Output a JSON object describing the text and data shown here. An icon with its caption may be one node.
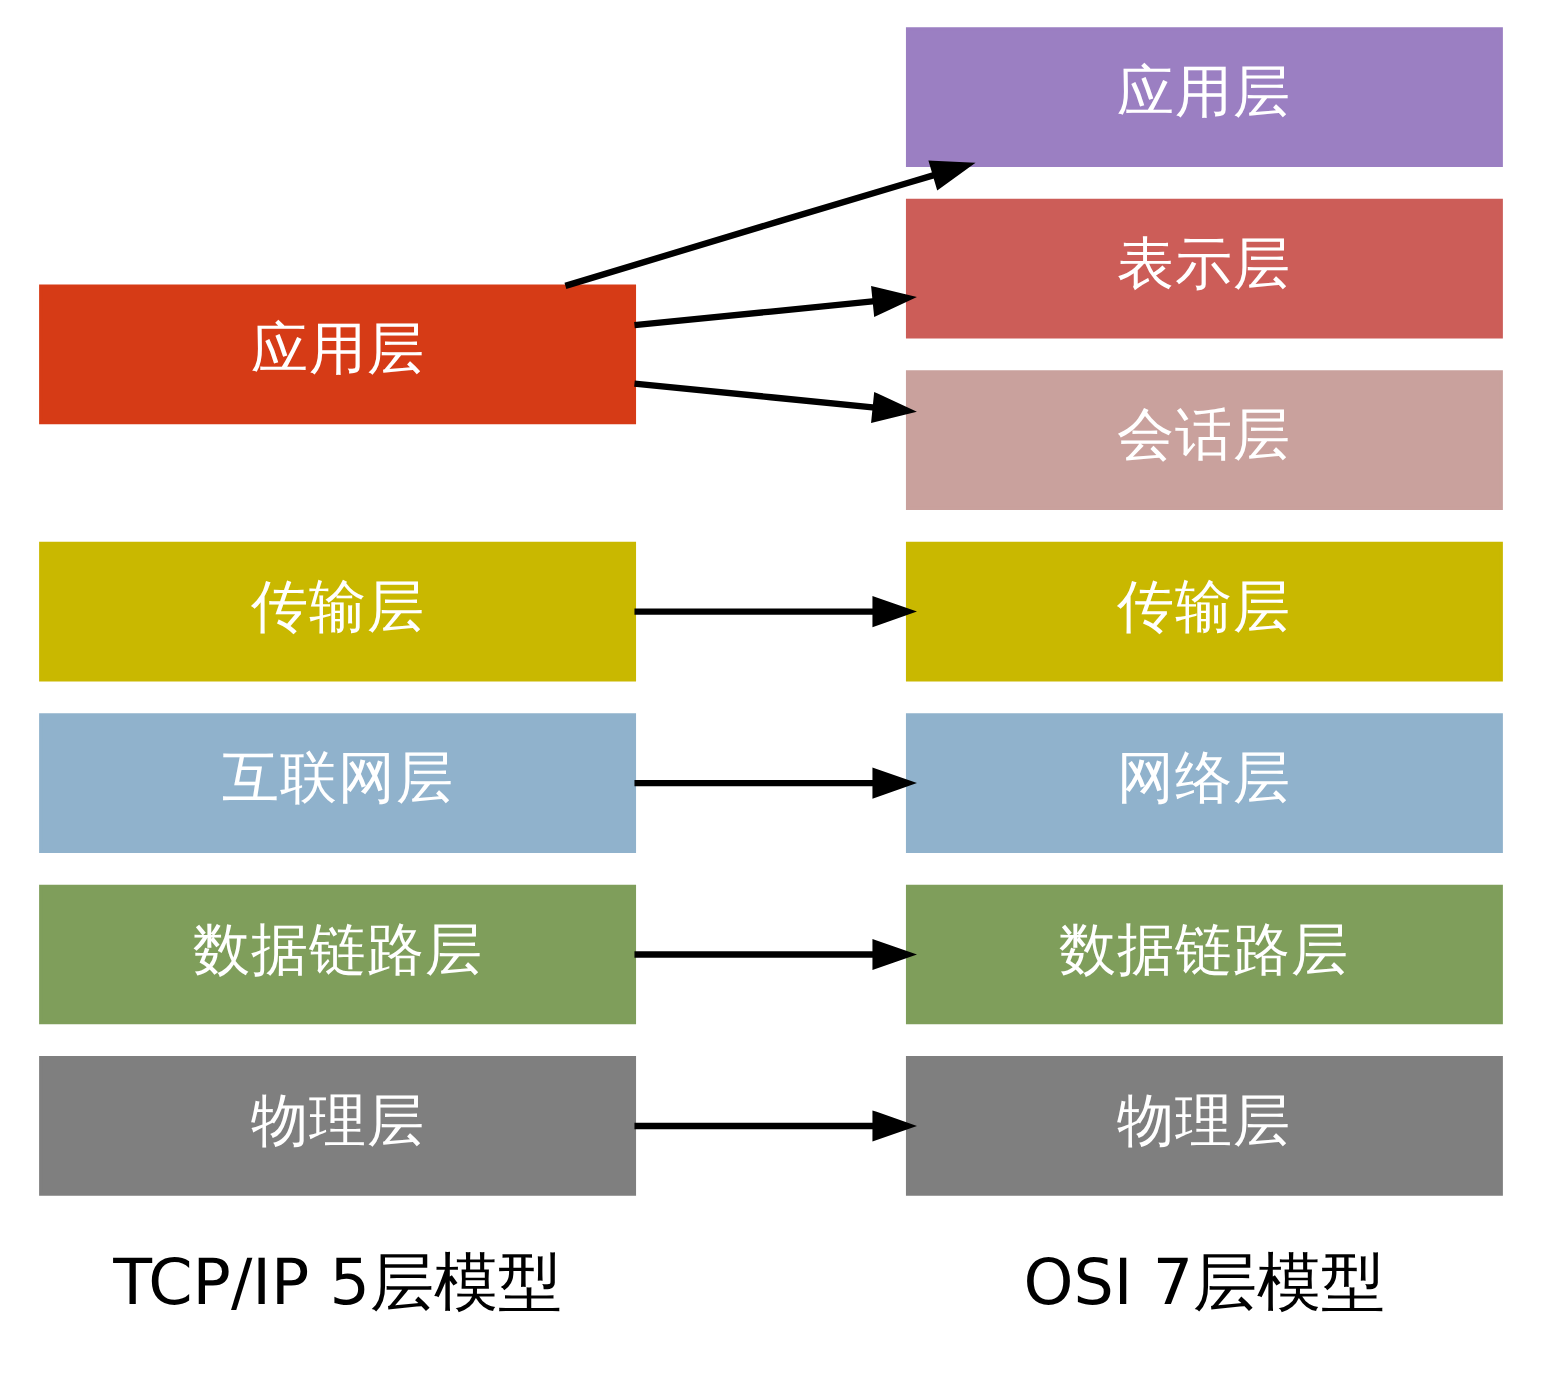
{
  "diagram": {
    "nodes": [
      {
        "text": [
          "应用层"
        ]
      },
      {
        "text": [
          "传输层"
        ]
      },
      {
        "text": [
          "互联网层"
        ]
      },
      {
        "text": [
          "数据链路层"
        ]
      },
      {
        "text": [
          "物理层"
        ]
      },
      {
        "text": [
          "应用层"
        ]
      },
      {
        "text": [
          "表示层"
        ]
      },
      {
        "text": [
          "会话层"
        ]
      },
      {
        "text": [
          "传输层"
        ]
      },
      {
        "text": [
          "网络层"
        ]
      },
      {
        "text": [
          "数据链路层"
        ]
      },
      {
        "text": [
          "物理层"
        ]
      }
    ],
    "edges": [
      {
        "from": 0,
        "to": 5,
        "arrow": "to"
      },
      {
        "from": 0,
        "to": 6,
        "arrow": "to"
      },
      {
        "from": 0,
        "to": 7,
        "arrow": "to"
      },
      {
        "from": 1,
        "to": 8,
        "arrow": "to"
      },
      {
        "from": 2,
        "to": 9,
        "arrow": "to"
      },
      {
        "from": 3,
        "to": 10,
        "arrow": "to"
      },
      {
        "from": 4,
        "to": 11,
        "arrow": "to"
      }
    ],
    "labels": [
      "TCP/IP 5层模型",
      "OSI 7层模型"
    ]
  }
}
